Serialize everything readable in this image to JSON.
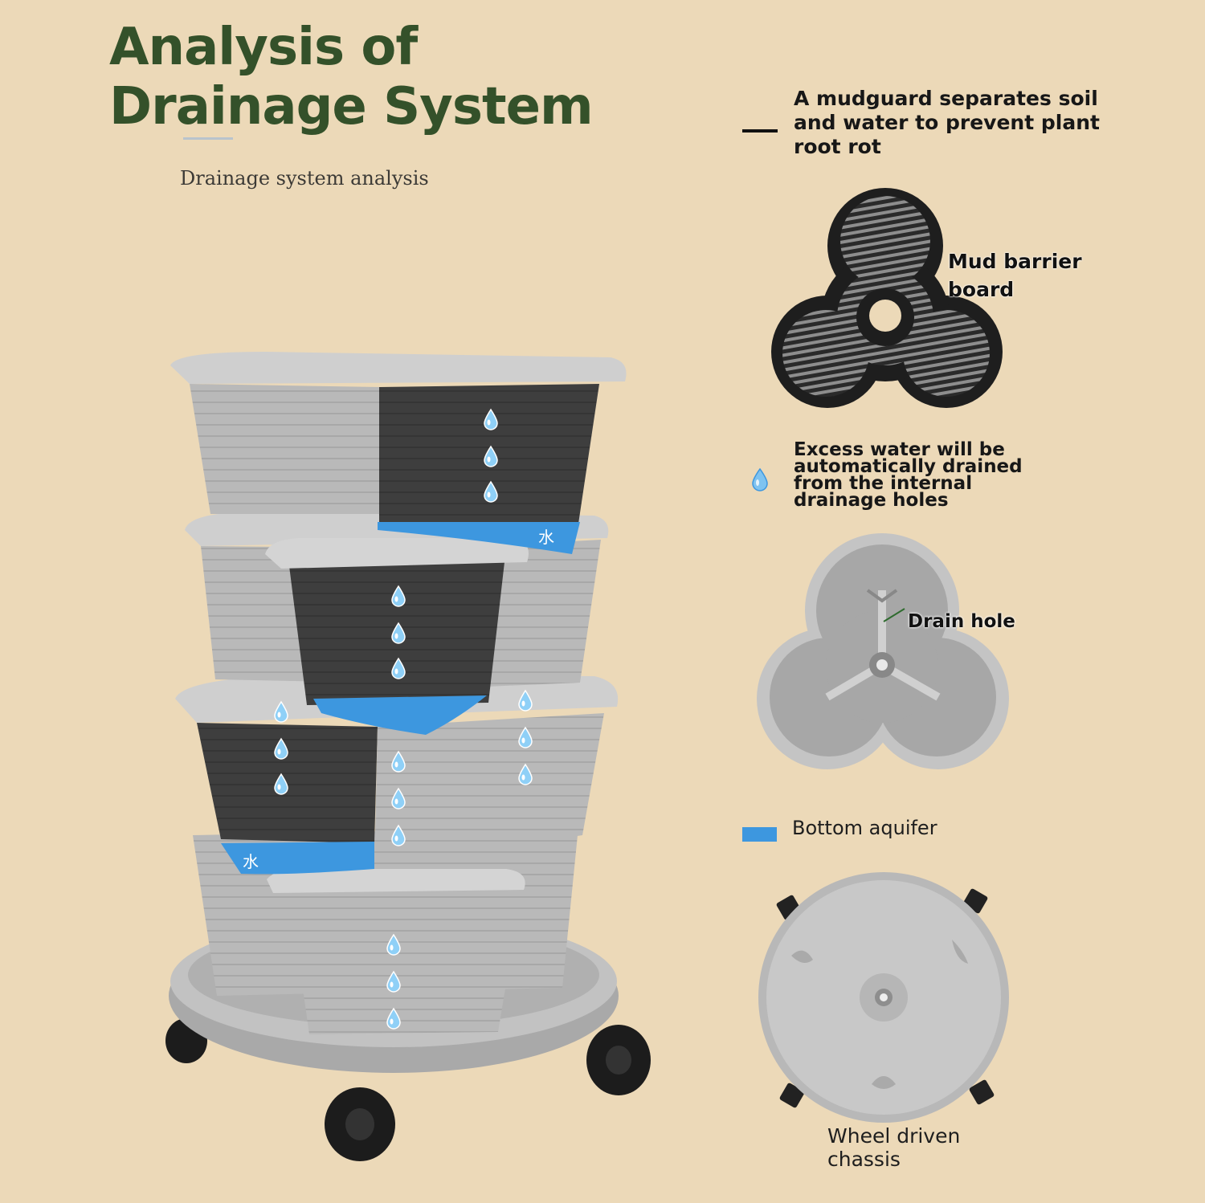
{
  "header": {
    "title_line1": "Analysis of",
    "title_line2": "Drainage System",
    "subtitle": "Drainage system analysis"
  },
  "notes": {
    "mudguard": "A mudguard separates soil and water to prevent plant root rot",
    "excess_water": "Excess water will be automatically drained from the internal drainage holes"
  },
  "labels": {
    "mud_barrier": "Mud barrier board",
    "drain_hole": "Drain hole",
    "bottom_aquifer": "Bottom aquifer",
    "wheel_chassis": "Wheel driven chassis",
    "water_mark": "水"
  },
  "icons": {
    "water_drop": "water-drop-icon",
    "legend_line": "legend-line-icon",
    "legend_water": "legend-water-swatch"
  },
  "colors": {
    "background": "#ecd9b8",
    "title": "#34512a",
    "pot_light": "#b7b7b7",
    "pot_dark": "#3b3b3b",
    "water": "#3d97df"
  }
}
